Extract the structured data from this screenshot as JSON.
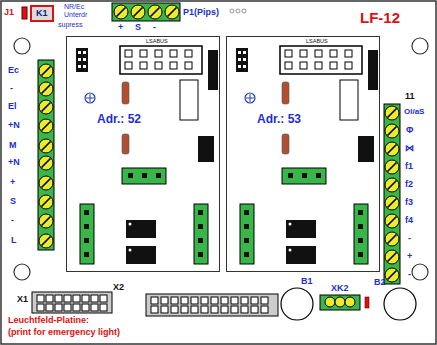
{
  "diagram": {
    "nodes": [
      {
        "text": [
          "K1"
        ]
      },
      {
        "text": [
          "Adr.: 52"
        ]
      },
      {
        "text": [
          "Adr.: 53"
        ]
      }
    ],
    "labels": [
      "J1",
      "NR/Ec",
      "Unterdr",
      "supress",
      "+",
      "S",
      "-",
      "P1(Pips)",
      "LF-12",
      "LSABUS",
      "LSABUS",
      "11",
      "Ec",
      "-",
      "El",
      "+N",
      "M",
      "+N",
      "+",
      "S",
      "-",
      "L",
      "Ol/aS",
      "Φ",
      "⋈",
      "f1",
      "f2",
      "f3",
      "f4",
      "-",
      "+",
      "-",
      "X2",
      "B1",
      "XK2",
      "B2",
      "X1",
      "Leuchtfeld-Platine:",
      "(print for emergency light)"
    ]
  }
}
